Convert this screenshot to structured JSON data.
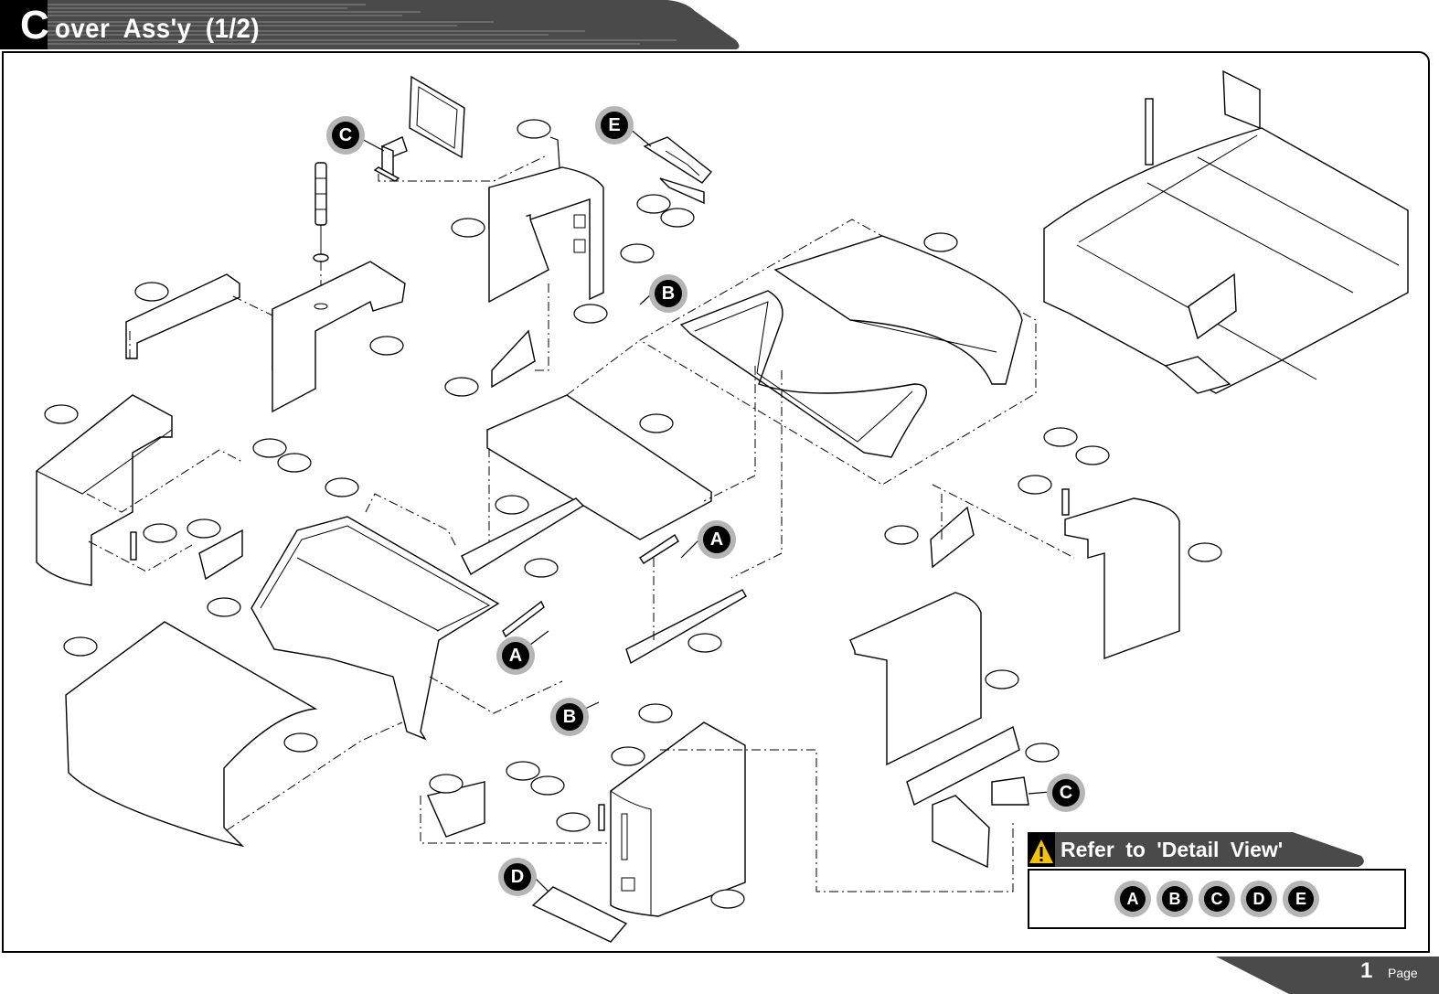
{
  "header": {
    "title_initial": "C",
    "title_rest": "over  Ass'y  (1/2)"
  },
  "callouts": {
    "C_top": "C",
    "E_top": "E",
    "B_top": "B",
    "A_right": "A",
    "A_left": "A",
    "B_bottom": "B",
    "C_bottom": "C",
    "D_bottom": "D"
  },
  "refer": {
    "warning_icon": "warning-icon",
    "title": "Refer  to  'Detail  View'",
    "items": [
      "A",
      "B",
      "C",
      "D",
      "E"
    ]
  },
  "footer": {
    "page_number": "1",
    "page_label": "Page"
  },
  "colors": {
    "band": "#4a4a4a",
    "callout_ring": "#b5b5b5",
    "warning": "#f5c400"
  }
}
